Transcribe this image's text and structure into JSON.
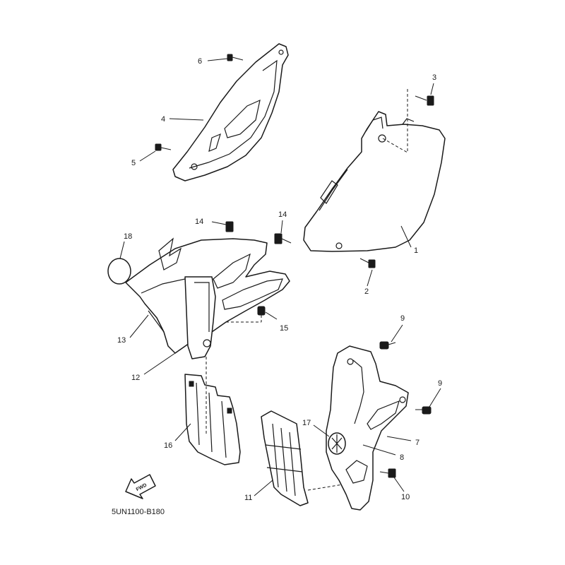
{
  "diagram": {
    "code": "5UN1100-B180",
    "direction_label": "FWD",
    "callouts": {
      "c1": "1",
      "c2": "2",
      "c3": "3",
      "c4": "4",
      "c5": "5",
      "c6": "6",
      "c7": "7",
      "c8": "8",
      "c9a": "9",
      "c9b": "9",
      "c10": "10",
      "c11": "11",
      "c12": "12",
      "c13": "13",
      "c14a": "14",
      "c14b": "14",
      "c15": "15",
      "c16": "16",
      "c17": "17",
      "c18": "18"
    }
  }
}
